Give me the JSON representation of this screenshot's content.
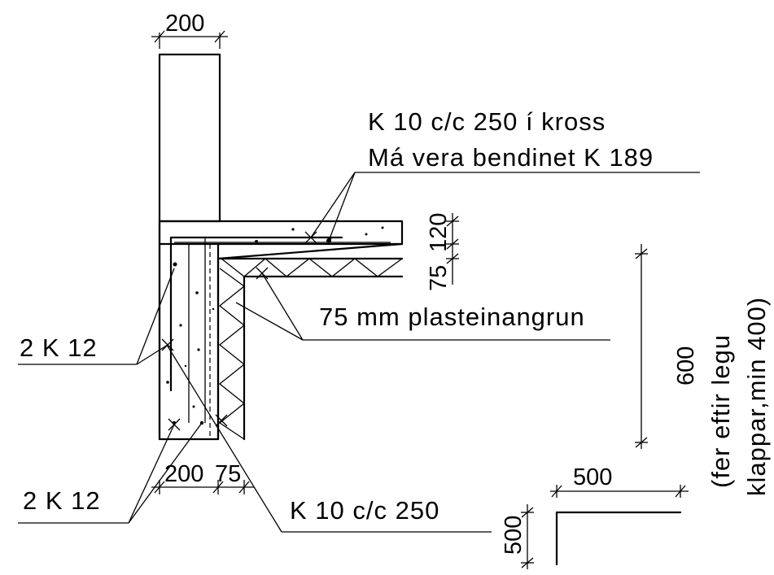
{
  "labels": {
    "reinf_top_line1": "K 10 c/c 250 í kross",
    "reinf_top_line2": "Má vera bendinet K 189",
    "insulation": "75 mm plasteinangrun",
    "bars_upper": "2 K 12",
    "bars_lower": "2 K 12",
    "reinf_wall": "K 10 c/c 250",
    "note_depth_line1": "(fer eftir legu",
    "note_depth_line2": "klappar,min 400)"
  },
  "dimensions": {
    "wall_width": "200",
    "slab_thickness_a": "120",
    "slab_thickness_b": "75",
    "footing_height": "600",
    "base_width_a": "200",
    "base_width_b": "75",
    "corner_horizontal": "500",
    "corner_vertical": "500"
  }
}
